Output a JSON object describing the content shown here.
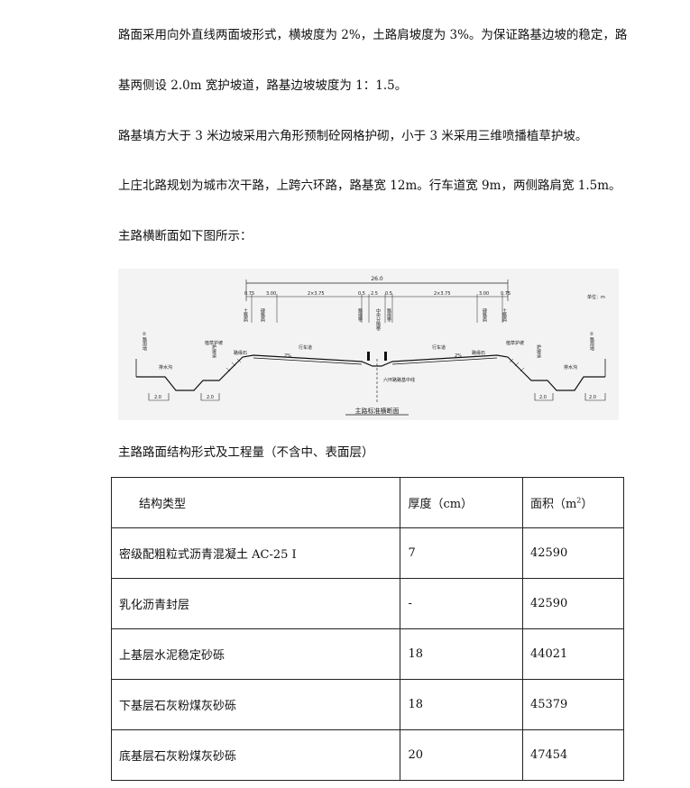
{
  "paragraphs": [
    "路面采用向外直线两面坡形式，横坡度为 2%，土路肩坡度为 3%。为保证路基边坡的稳定，路",
    "基两侧设 2.0m 宽护坡道，路基边坡坡度为 1：1.5。",
    "路基填方大于 3 米边坡采用六角形预制砼网格护砌，小于 3 米采用三维喷播植草护坡。",
    "上庄北路规划为城市次干路，上跨六环路，路基宽 12m。行车道宽 9m，两侧路肩宽 1.5m。",
    "主路横断面如下图所示："
  ],
  "figure": {
    "total_width": "26.0",
    "top_dims": [
      "0.75",
      "3.00",
      "2×3.75",
      "0.5",
      "2.5",
      "0.5",
      "2×3.75",
      "3.00",
      "0.75"
    ],
    "unit": "单位：m",
    "labels": {
      "left_shoulder": "土路肩",
      "left_hard_shoulder": "硬路肩",
      "left_lane": "行车道",
      "median_left": "路缘带",
      "median": "中央分隔带",
      "median_right": "路缘带",
      "right_hard_shoulder": "硬路肩",
      "right_shoulder": "土路肩",
      "left_land": "②路用地",
      "right_land": "②路用地",
      "left_slope_protect": "植草护坡",
      "right_slope_protect": "植草护坡",
      "left_berm": "护坡道",
      "right_berm": "护坡道",
      "left_curb": "路缘石",
      "right_curb": "路缘石",
      "left_ditch": "排水沟",
      "right_ditch": "排水沟",
      "carriageway_left": "行车道",
      "carriageway_right": "行车道",
      "center_line": "六环路路基中线",
      "berm_width": "2.0",
      "slope_left": "2%",
      "slope_right": "2%"
    },
    "caption": "主路标准横断面"
  },
  "table_caption": "主路路面结构形式及工程量（不含中、表面层）",
  "table": {
    "headers": {
      "type": "结构类型",
      "thickness": "厚度（cm）",
      "area_prefix": "面积（m",
      "area_sup": "2",
      "area_suffix": "）"
    },
    "rows": [
      {
        "type": "密级配粗粒式沥青混凝土 AC-25 I",
        "thickness": "7",
        "area": "42590"
      },
      {
        "type": "乳化沥青封层",
        "thickness": "-",
        "area": "42590"
      },
      {
        "type": "上基层水泥稳定砂砾",
        "thickness": "18",
        "area": "44021"
      },
      {
        "type": "下基层石灰粉煤灰砂砾",
        "thickness": "18",
        "area": "45379"
      },
      {
        "type": "底基层石灰粉煤灰砂砾",
        "thickness": "20",
        "area": "47454"
      }
    ]
  }
}
